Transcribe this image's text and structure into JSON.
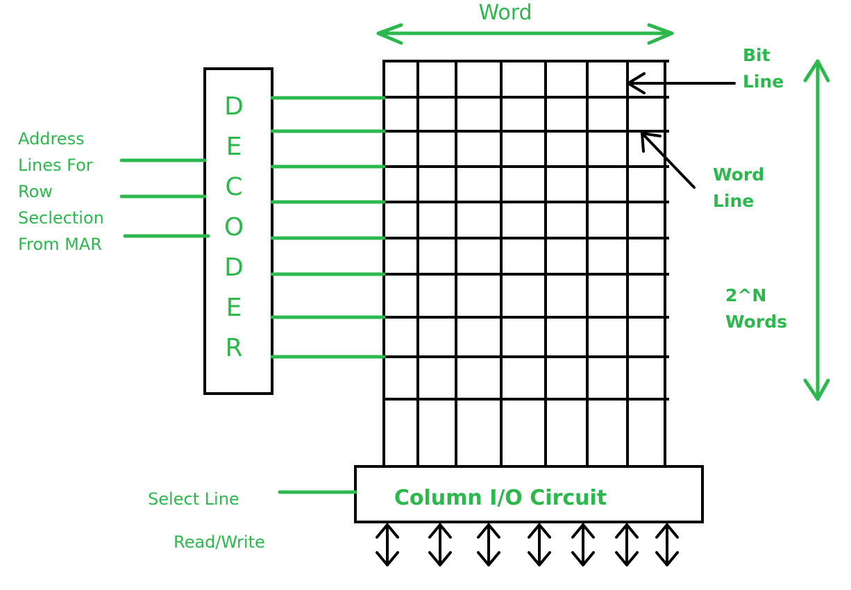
{
  "labels": {
    "word": "Word",
    "bit_line": [
      "Bit",
      "Line"
    ],
    "word_line": [
      "Word",
      "Line"
    ],
    "words_count": [
      "2^N",
      "Words"
    ],
    "address_lines": [
      "Address",
      "Lines For",
      "Row",
      "Seclection",
      "From MAR"
    ],
    "column_io": "Column I/O Circuit",
    "select_line": "Select Line",
    "read_write": "Read/Write"
  },
  "decoder": {
    "letters": [
      "D",
      "E",
      "C",
      "O",
      "D",
      "E",
      "R"
    ]
  },
  "colors": {
    "accent_green": "#2db84e",
    "line_black": "#000000"
  }
}
